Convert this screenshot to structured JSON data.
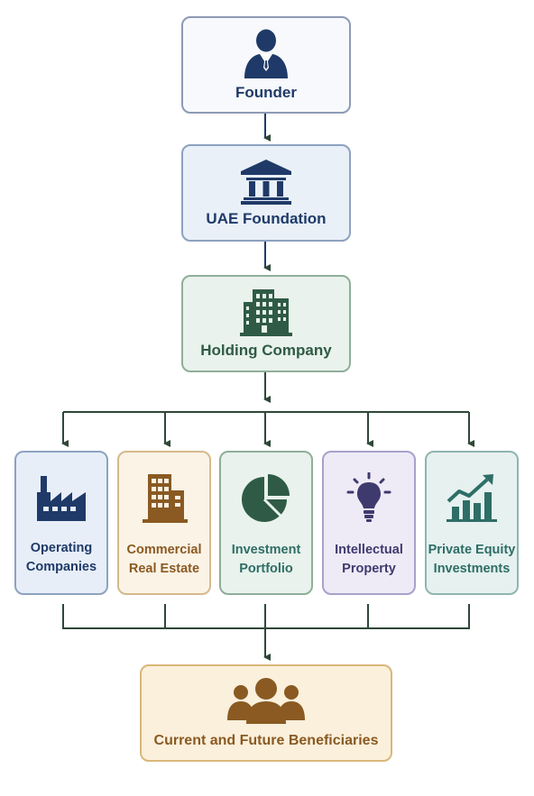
{
  "nodes": {
    "founder": {
      "label": "Founder",
      "icon": "person-icon"
    },
    "foundation": {
      "label": "UAE Foundation",
      "icon": "institution-icon"
    },
    "holding": {
      "label": "Holding Company",
      "icon": "office-building-icon"
    },
    "categories": [
      {
        "label": "Operating\nCompanies",
        "icon": "factory-icon"
      },
      {
        "label": "Commercial\nReal Estate",
        "icon": "building-icon"
      },
      {
        "label": "Investment\nPortfolio",
        "icon": "pie-chart-icon"
      },
      {
        "label": "Intellectual\nProperty",
        "icon": "lightbulb-icon"
      },
      {
        "label": "Private Equity\nInvestments",
        "icon": "growth-chart-icon"
      }
    ],
    "beneficiaries": {
      "label": "Current and Future Beneficiaries",
      "icon": "group-icon"
    }
  },
  "colors": {
    "navy": "#1f3a68",
    "green": "#2f5b46",
    "brown": "#8a5a22",
    "teal": "#2e6e66",
    "purple": "#3f3a6e",
    "connector": "#2f4738"
  }
}
